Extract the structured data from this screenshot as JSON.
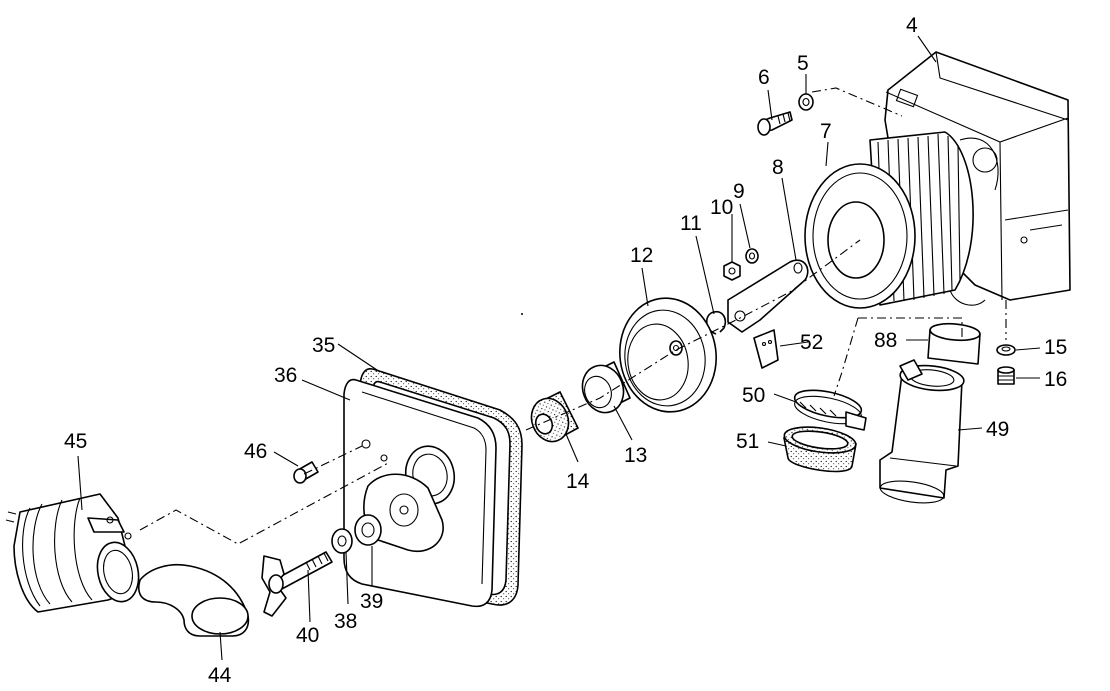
{
  "labels": {
    "p4": "4",
    "p5": "5",
    "p6": "6",
    "p7": "7",
    "p8": "8",
    "p9": "9",
    "p10": "10",
    "p11": "11",
    "p12": "12",
    "p13": "13",
    "p14": "14",
    "p15": "15",
    "p16": "16",
    "p35": "35",
    "p36": "36",
    "p38": "38",
    "p39": "39",
    "p40": "40",
    "p44": "44",
    "p45": "45",
    "p46": "46",
    "p49": "49",
    "p50": "50",
    "p51": "51",
    "p52": "52",
    "p88": "88"
  }
}
